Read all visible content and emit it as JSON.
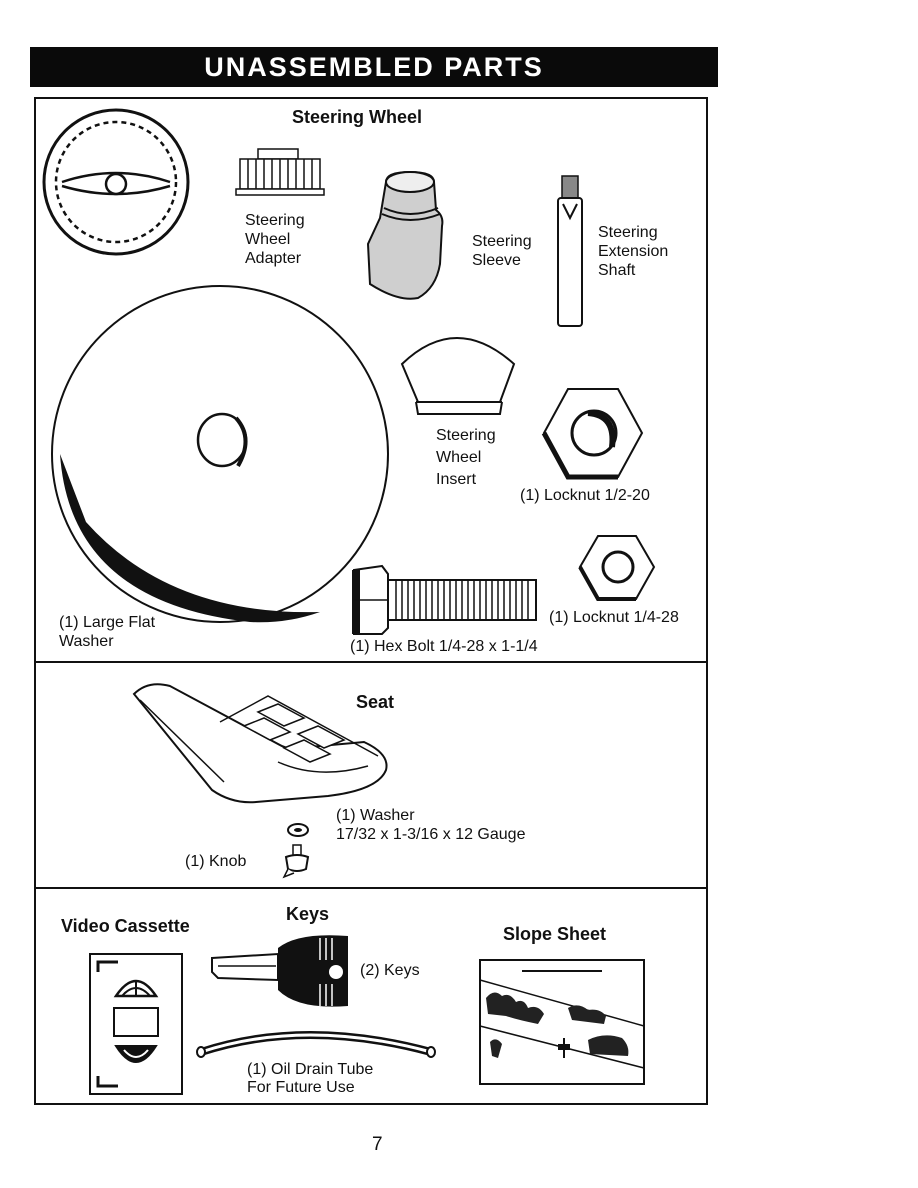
{
  "page": {
    "title": "UNASSEMBLED PARTS",
    "page_number": "7"
  },
  "steering": {
    "header": "Steering Wheel",
    "adapter": "Steering\nWheel\nAdapter",
    "sleeve": "Steering\nSleeve",
    "shaft": "Steering\nExtension\nShaft",
    "insert": "Steering\nWheel\nInsert",
    "locknut_large": "(1) Locknut  1/2-20",
    "locknut_small": "(1) Locknut  1/4-28",
    "hex_bolt": "(1) Hex Bolt  1/4-28 x 1-1/4",
    "flat_washer": "(1) Large Flat\nWasher"
  },
  "seat": {
    "header": "Seat",
    "washer": "(1) Washer\n17/32 x 1-3/16 x 12 Gauge",
    "knob": "(1) Knob"
  },
  "misc": {
    "video": "Video Cassette",
    "keys_header": "Keys",
    "keys": "(2) Keys",
    "tube": "(1) Oil Drain Tube\nFor Future Use",
    "slope": "Slope Sheet"
  }
}
